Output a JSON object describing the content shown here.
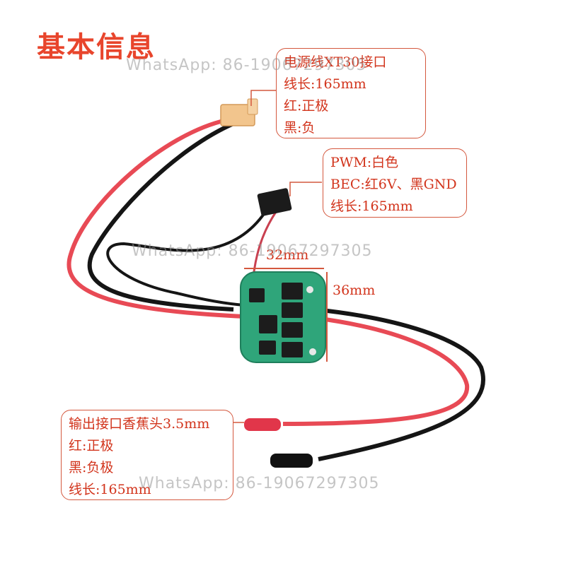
{
  "title": "基本信息",
  "callouts": {
    "power": {
      "lines": [
        "电源线XT30接口",
        "线长:165mm",
        "红:正极",
        "黑:负"
      ]
    },
    "pwm": {
      "lines": [
        "PWM:白色",
        "BEC:红6V、黑GND",
        "线长:165mm"
      ]
    },
    "output": {
      "lines": [
        "输出接口香蕉头3.5mm",
        "红:正极",
        "黑:负极",
        "线长:165mm"
      ]
    }
  },
  "dimensions": {
    "width": "32mm",
    "height": "36mm"
  },
  "watermark": "WhatsApp: 86-19067297305",
  "colors": {
    "accent": "#d2341c",
    "red_wire": "#e84a55",
    "black_wire": "#151515",
    "pcb": "#2fa57a",
    "connector_yellow": "#f2c58d",
    "bullet_gold": "#e1364a"
  }
}
